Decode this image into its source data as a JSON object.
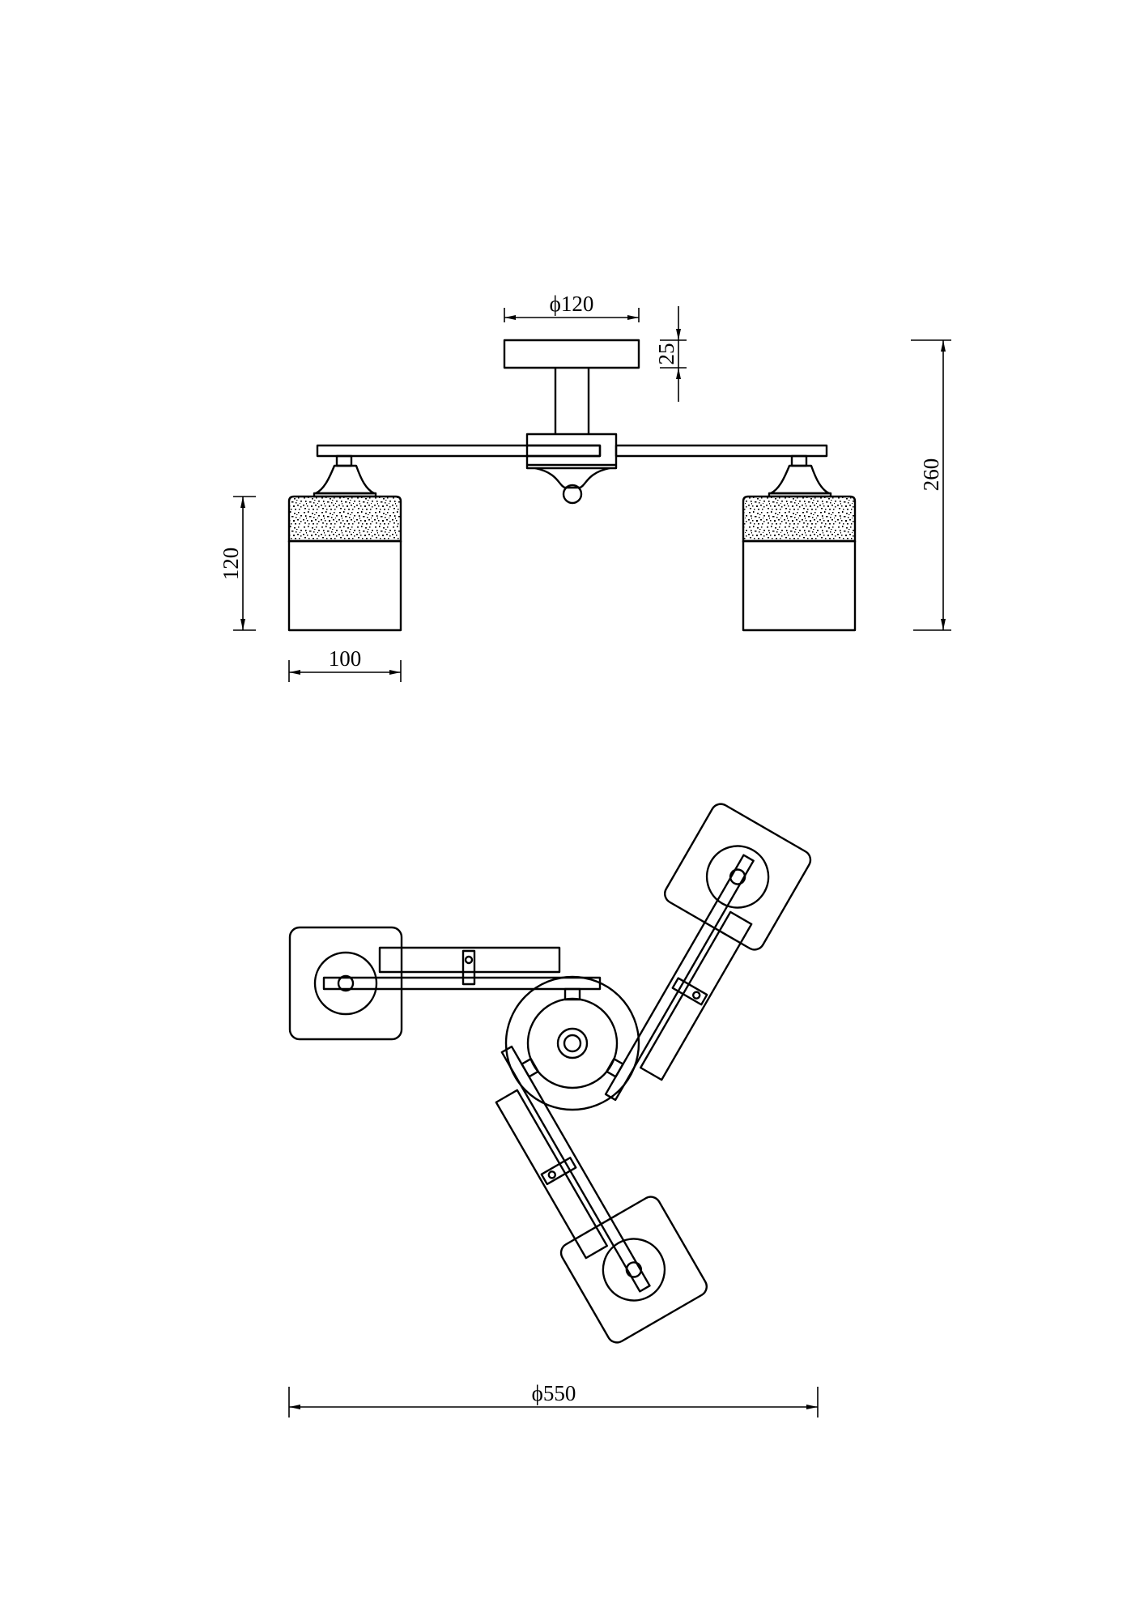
{
  "drawing": {
    "title": "Ceiling lamp, 3 arms - technical drawing",
    "ink_color": "#000000",
    "background": "#ffffff"
  },
  "side_view": {
    "dimensions": {
      "canopy_diameter": "ϕ120",
      "canopy_height": "25",
      "overall_height": "260",
      "shade_height": "120",
      "shade_width": "100"
    }
  },
  "plan_view": {
    "arms": 3,
    "dimensions": {
      "overall_diameter": "ϕ550"
    }
  }
}
